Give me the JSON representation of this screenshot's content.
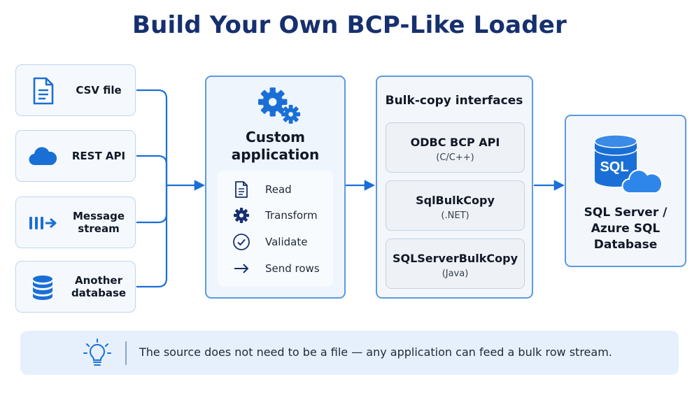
{
  "title": "Build Your Own BCP-Like Loader",
  "sources": [
    {
      "label": "CSV file",
      "icon": "document-icon"
    },
    {
      "label": "REST API",
      "icon": "cloud-icon"
    },
    {
      "label": "Message stream",
      "icon": "message-stream-icon"
    },
    {
      "label": "Another database",
      "icon": "database-icon"
    }
  ],
  "application": {
    "title": "Custom application",
    "icon": "gears-icon",
    "steps": [
      {
        "label": "Read",
        "icon": "document-icon"
      },
      {
        "label": "Transform",
        "icon": "gear-icon"
      },
      {
        "label": "Validate",
        "icon": "check-circle-icon"
      },
      {
        "label": "Send rows",
        "icon": "arrow-right-icon"
      }
    ]
  },
  "bulk_copy": {
    "title": "Bulk-copy interfaces",
    "interfaces": [
      {
        "name": "ODBC BCP API",
        "lang": "(C/C++)"
      },
      {
        "name": "SqlBulkCopy",
        "lang": "(.NET)"
      },
      {
        "name": "SQLServerBulkCopy",
        "lang": "(Java)"
      }
    ]
  },
  "destination": {
    "label": "SQL Server / Azure SQL Database",
    "icon_text": "SQL",
    "icon": "sql-database-cloud-icon"
  },
  "tip": {
    "text": "The source does not need to be a file — any application can feed a bulk row stream.",
    "icon": "lightbulb-icon"
  },
  "colors": {
    "title": "#16306f",
    "accent": "#1a6fd6",
    "panel_border": "#5d9ae0",
    "panel_bg": "#eef5fd",
    "tip_bg": "#e6f0fc"
  }
}
